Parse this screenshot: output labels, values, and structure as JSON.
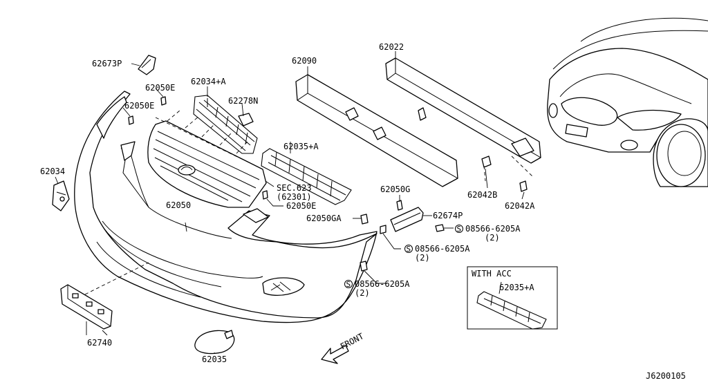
{
  "diagram_id": "J6200105",
  "labels": {
    "p62673P": "62673P",
    "p62050E_a": "62050E",
    "p62050E_b": "62050E",
    "p62034A": "62034+A",
    "p62278N": "62278N",
    "p62090": "62090",
    "p62022": "62022",
    "p62035A": "62035+A",
    "p62034": "62034",
    "sec623": "SEC.623",
    "sec623_sub": "(62301)",
    "p62050E_c": "62050E",
    "p62050": "62050",
    "p62050G": "62050G",
    "p62050GA": "62050GA",
    "p62674P": "62674P",
    "p62042B": "62042B",
    "p62042A": "62042A",
    "bolt1": "08566-6205A",
    "bolt1_qty": "(2)",
    "bolt2": "08566-6205A",
    "bolt2_qty": "(2)",
    "bolt3": "08566-6205A",
    "bolt3_qty": "(2)",
    "with_acc": "WITH ACC",
    "with_acc_part": "62035+A",
    "p62740": "62740",
    "p62035": "62035",
    "front": "FRONT",
    "s_symbol": "S"
  }
}
